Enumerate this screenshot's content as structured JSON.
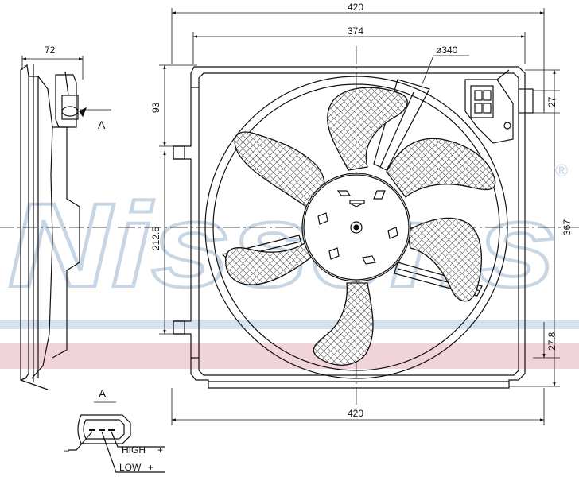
{
  "watermark": {
    "brand": "Nissens",
    "registered_mark": "®",
    "stripe_blue": "#d5e2ee",
    "stripe_pink": "#f1d3da"
  },
  "dimensions": {
    "top_width_outer": "420",
    "top_width_inner": "374",
    "fan_diameter": "ø340",
    "bottom_width": "420",
    "side_depth": "72",
    "left_upper_offset": "93",
    "left_mount_spacing": "212.5",
    "right_total_height": "367",
    "right_top_tab": "27",
    "right_bottom_tab": "27.8"
  },
  "callouts": {
    "section_ref": "A",
    "detail_title": "A"
  },
  "connector": {
    "minus_label": "–",
    "high_label": "HIGH",
    "high_sign": "+",
    "low_label": "LOW",
    "low_sign": "+"
  }
}
